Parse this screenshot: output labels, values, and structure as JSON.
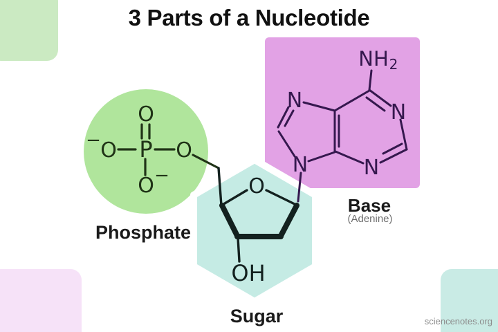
{
  "title": "3 Parts of a Nucleotide",
  "watermark": "sciencenotes.org",
  "sections": {
    "phosphate": {
      "label": "Phosphate"
    },
    "sugar": {
      "label": "Sugar"
    },
    "base": {
      "label": "Base",
      "sublabel": "(Adenine)"
    }
  },
  "atoms": {
    "phosphorus": "P",
    "oxygen": "O",
    "hydroxyl": "OH",
    "nitrogen": "N",
    "amino": "NH",
    "amino_subscript": "2",
    "negative_charge": "−"
  },
  "colors": {
    "phosphate_fill": "#b0e59c",
    "sugar_fill": "#c5ebe4",
    "base_fill": "#e2a2e5",
    "corner_green": "#cbeac2",
    "corner_pink": "#f6e2f8",
    "corner_teal": "#c9ebe5",
    "phosphate_stroke": "#203317",
    "sugar_stroke": "#13211f",
    "base_stroke": "#35184e",
    "title_color": "#111111",
    "label_color": "#1a1a1a",
    "sublabel_color": "#6f6f6f",
    "watermark_color": "#8d8d8d"
  }
}
